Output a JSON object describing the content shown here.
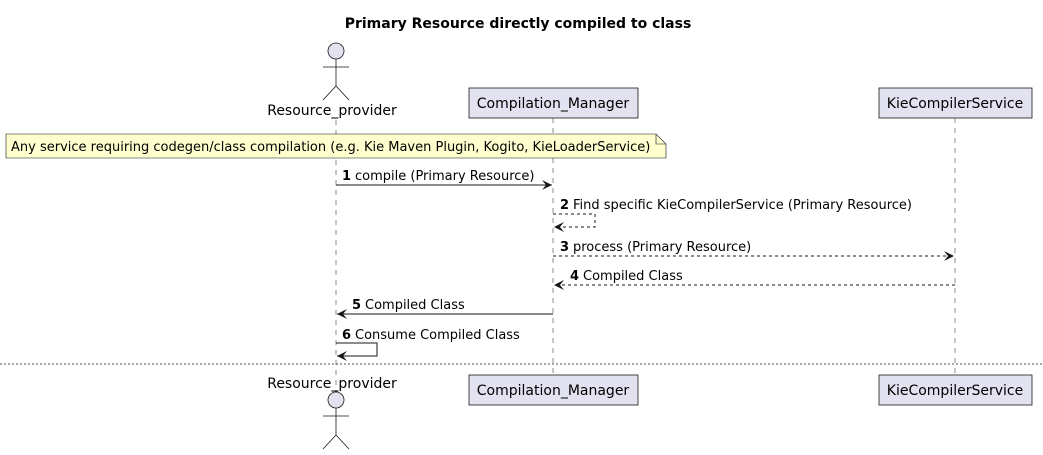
{
  "title": "Primary Resource directly compiled to class",
  "participants": {
    "resource_provider": "Resource_provider",
    "compilation_manager": "Compilation_Manager",
    "kie_compiler_service": "KieCompilerService"
  },
  "note": "Any service requiring codegen/class compilation (e.g. Kie Maven Plugin, Kogito, KieLoaderService)",
  "messages": [
    {
      "num": "1",
      "text": "compile (Primary Resource)",
      "from": "resource_provider",
      "to": "compilation_manager",
      "style": "solid"
    },
    {
      "num": "2",
      "text": "Find specific KieCompilerService (Primary Resource)",
      "from": "compilation_manager",
      "to": "compilation_manager",
      "style": "dashed"
    },
    {
      "num": "3",
      "text": "process (Primary Resource)",
      "from": "compilation_manager",
      "to": "kie_compiler_service",
      "style": "dashed"
    },
    {
      "num": "4",
      "text": "Compiled Class",
      "from": "kie_compiler_service",
      "to": "compilation_manager",
      "style": "dashed"
    },
    {
      "num": "5",
      "text": "Compiled Class",
      "from": "compilation_manager",
      "to": "resource_provider",
      "style": "solid"
    },
    {
      "num": "6",
      "text": "Consume Compiled Class",
      "from": "resource_provider",
      "to": "resource_provider",
      "style": "solid"
    }
  ],
  "colors": {
    "participant_fill": "#e2e2f0",
    "participant_stroke": "#181818",
    "note_fill": "#fefece",
    "lifeline": "#181818"
  }
}
